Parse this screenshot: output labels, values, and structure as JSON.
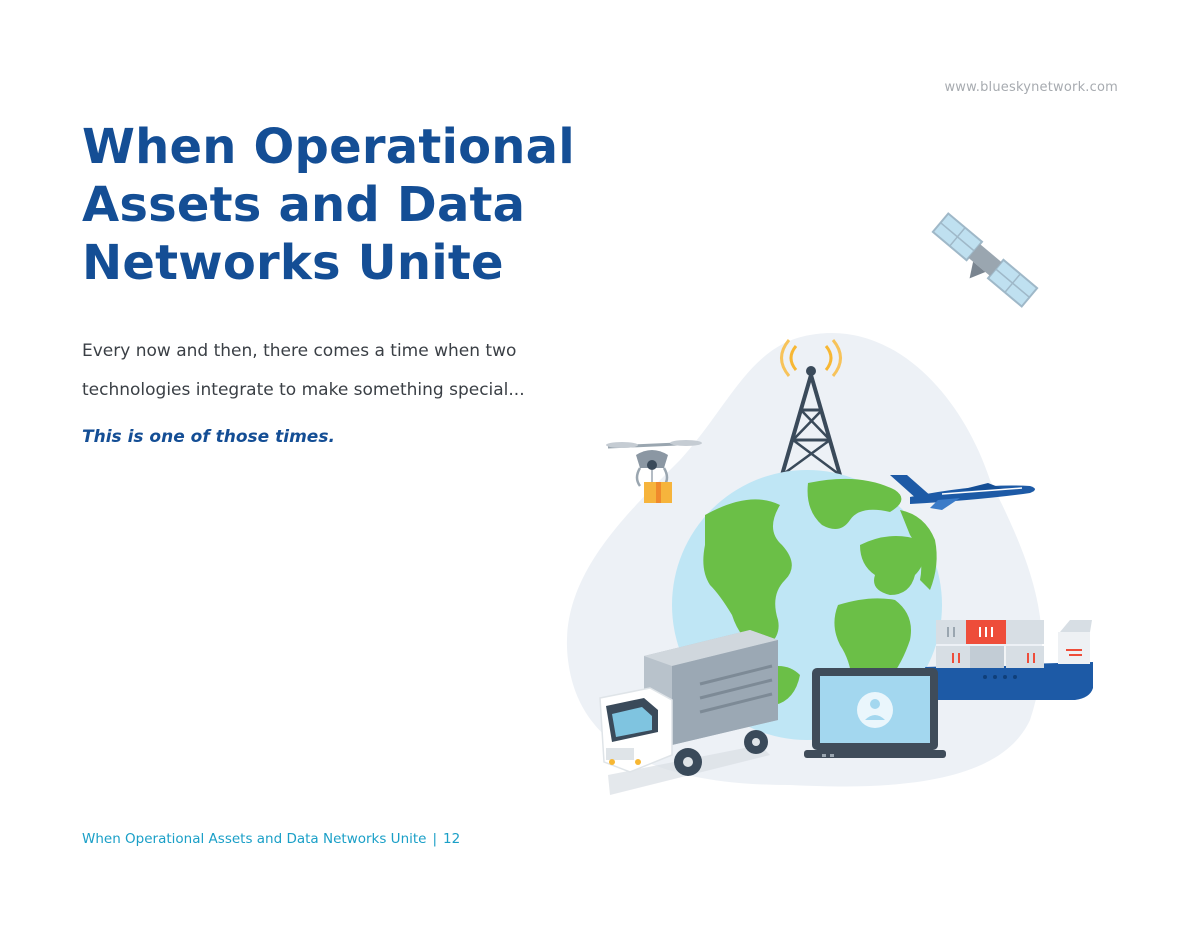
{
  "header": {
    "site_url": "www.blueskynetwork.com"
  },
  "main": {
    "title_lines": [
      "When Operational",
      "Assets and Data",
      "Networks Unite"
    ],
    "intro_lines": [
      "Every now and then, there comes a time when two",
      "technologies integrate to make something special..."
    ],
    "tagline": "This is one of those times."
  },
  "footer": {
    "doc_title": "When Operational Assets and Data Networks Unite",
    "separator": "|",
    "page_number": "12"
  },
  "illustration": {
    "icons": [
      "satellite-icon",
      "cell-tower-icon",
      "drone-icon",
      "airplane-icon",
      "globe-icon",
      "cargo-ship-icon",
      "laptop-icon",
      "truck-icon"
    ],
    "colors": {
      "brand_blue": "#144e95",
      "accent_cyan": "#1a9fc7",
      "land_green": "#6bbf47",
      "ocean_blue": "#bfe6f5",
      "blob_bg": "#edf1f6"
    }
  }
}
